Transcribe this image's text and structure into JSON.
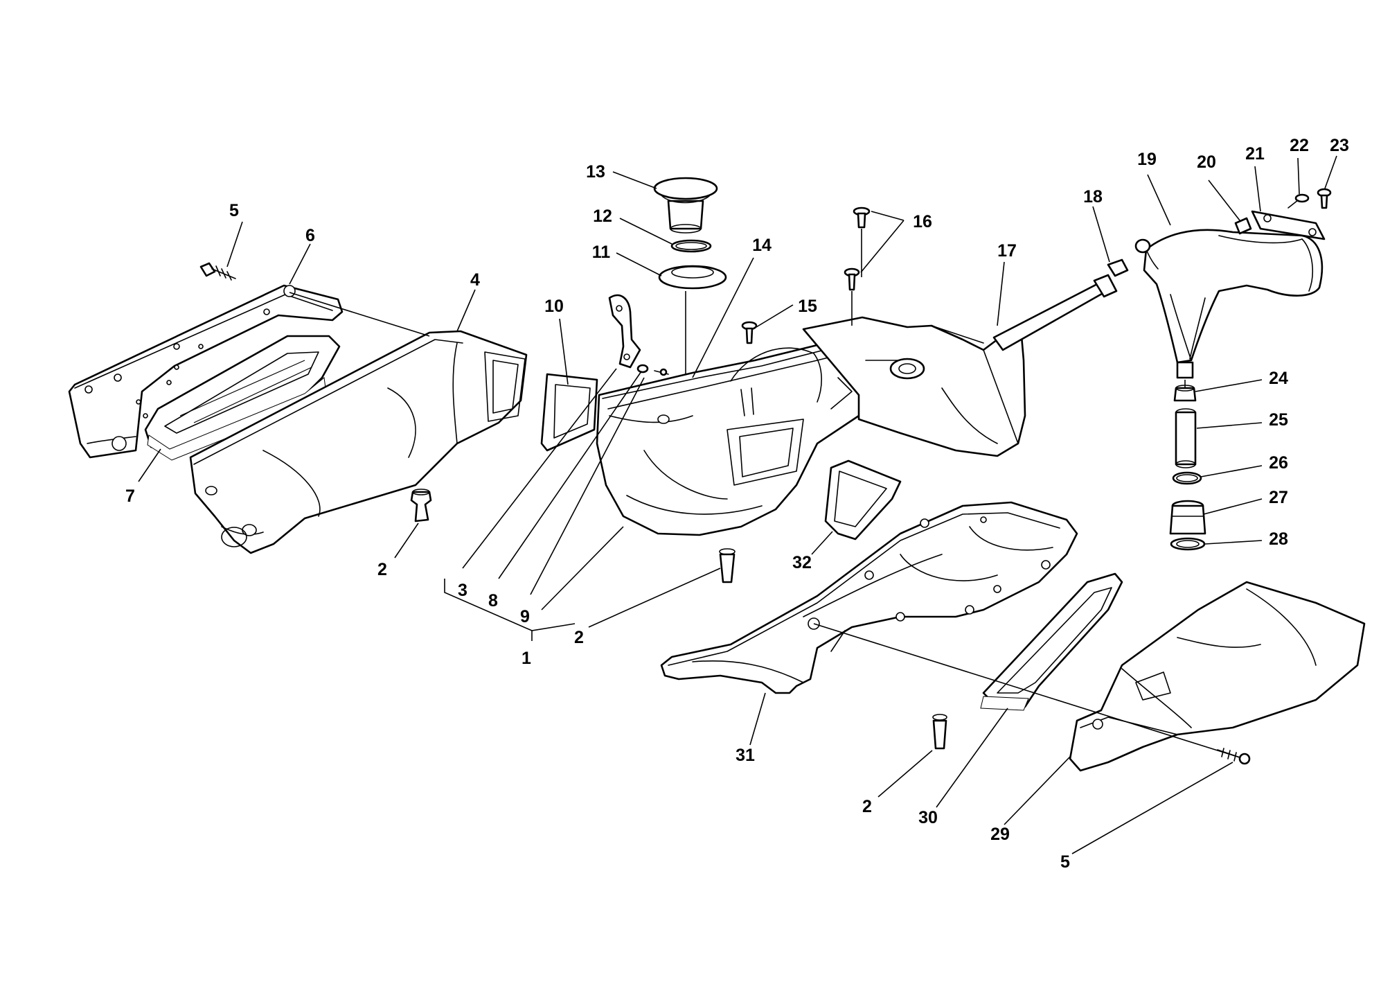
{
  "diagram": {
    "callouts": {
      "c1": "1",
      "c2a": "2",
      "c2b": "2",
      "c2c": "2",
      "c3": "3",
      "c4": "4",
      "c5a": "5",
      "c5b": "5",
      "c6": "6",
      "c7": "7",
      "c8": "8",
      "c9": "9",
      "c10": "10",
      "c11": "11",
      "c12": "12",
      "c13": "13",
      "c14": "14",
      "c15": "15",
      "c16": "16",
      "c17": "17",
      "c18": "18",
      "c19": "19",
      "c20": "20",
      "c21": "21",
      "c22": "22",
      "c23": "23",
      "c24": "24",
      "c25": "25",
      "c26": "26",
      "c27": "27",
      "c28": "28",
      "c29": "29",
      "c30": "30",
      "c31": "31",
      "c32": "32"
    },
    "line_color": "#000000",
    "background": "#ffffff"
  }
}
